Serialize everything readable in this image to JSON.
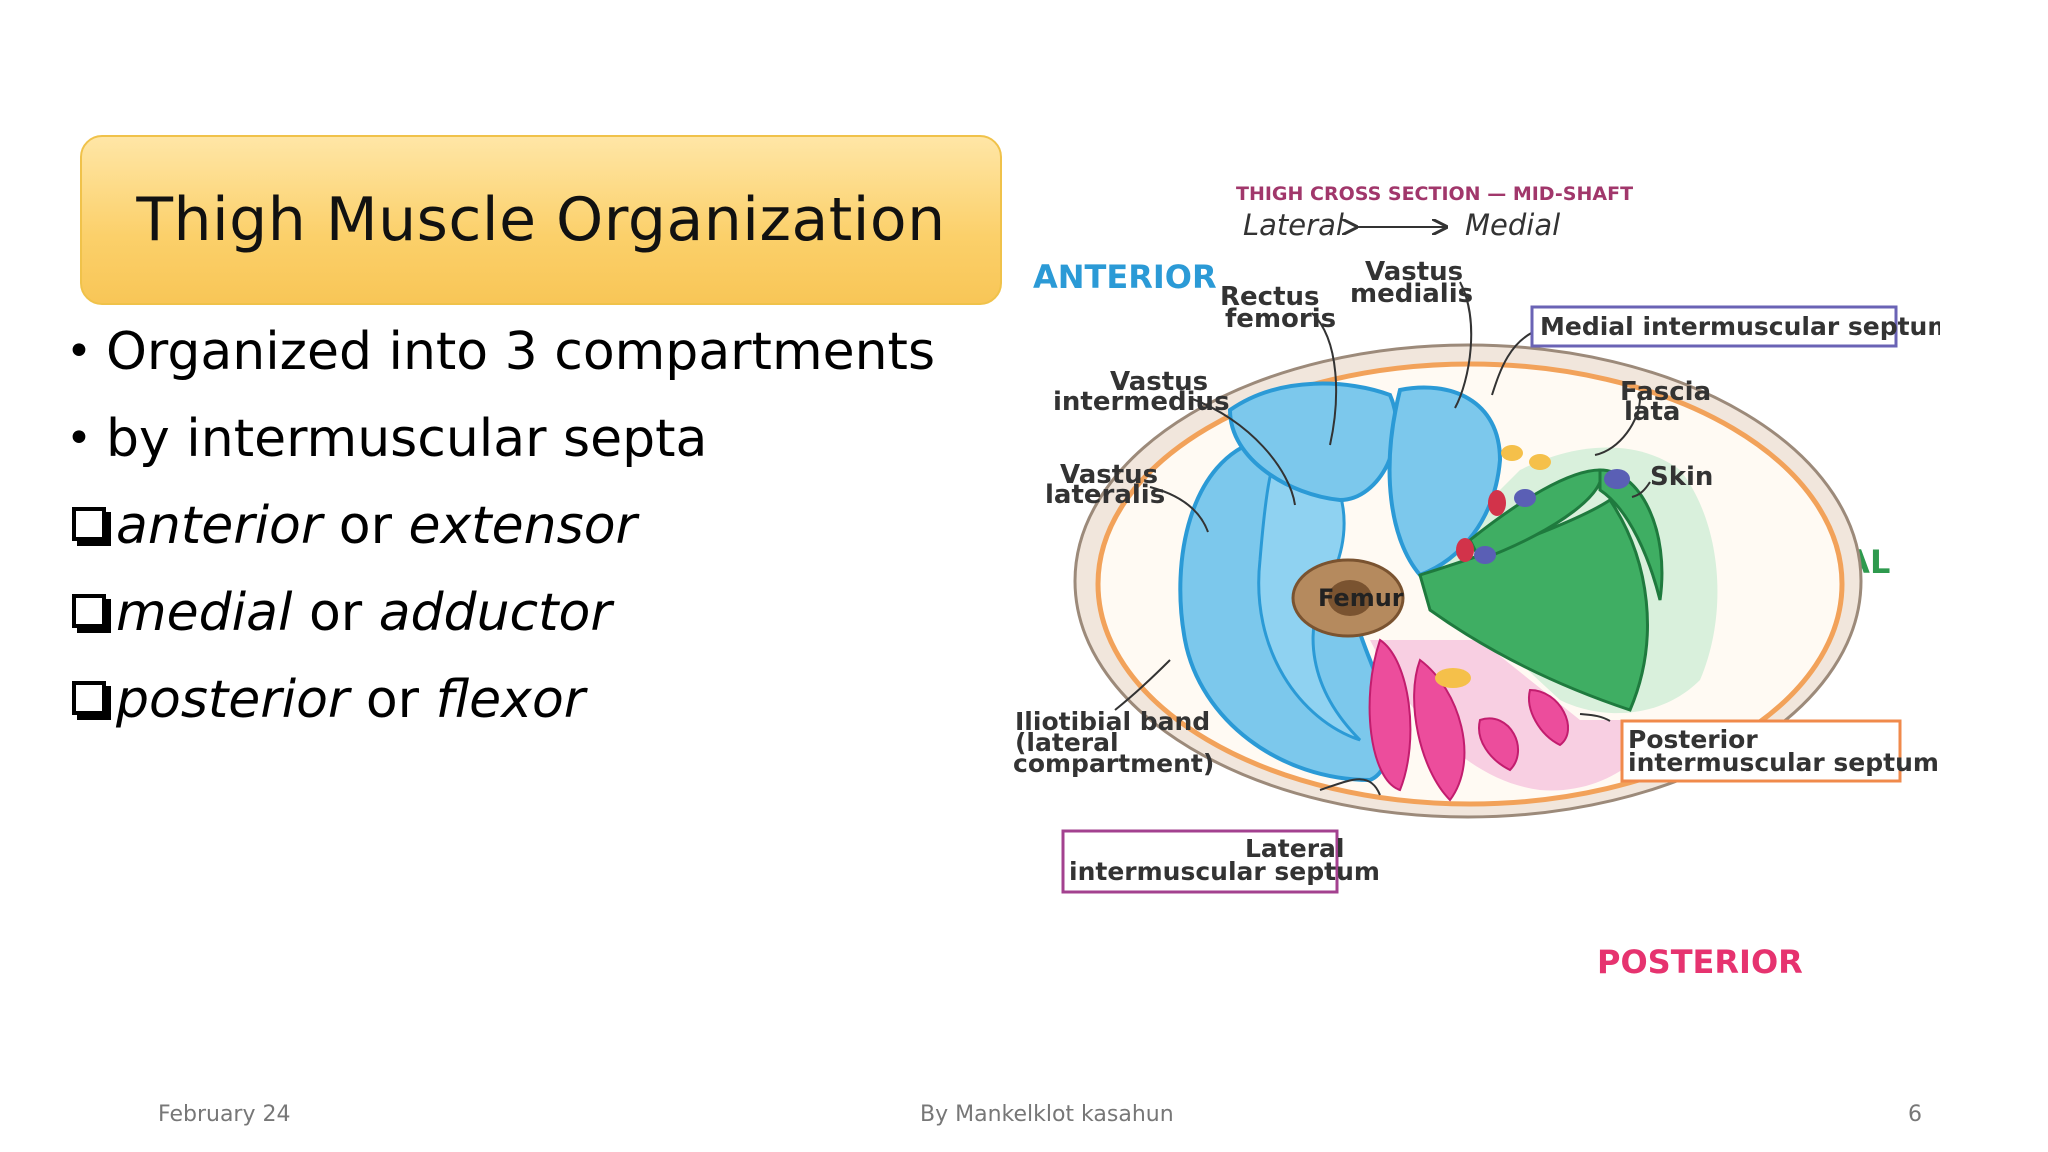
{
  "slide": {
    "title": "Thigh Muscle Organization",
    "bullets": [
      {
        "text": "Organized into 3 compartments"
      },
      {
        "text": "by intermuscular septa"
      }
    ],
    "checklist": [
      {
        "a": "anterior",
        "or": " or ",
        "b": "extensor"
      },
      {
        "a": "medial",
        "or": " or ",
        "b": "adductor"
      },
      {
        "a": "posterior",
        "or": " or ",
        "b": "flexor"
      }
    ]
  },
  "diagram": {
    "header": "THIGH CROSS SECTION — MID-SHAFT",
    "lateral": "Lateral",
    "medial_dir": "Medial",
    "anterior": "ANTERIOR",
    "medial": "MEDIAL",
    "posterior": "POSTERIOR",
    "labels": {
      "rectus_1": "Rectus",
      "rectus_2": "femoris",
      "vmed_1": "Vastus",
      "vmed_2": "medialis",
      "vint_1": "Vastus",
      "vint_2": "intermedius",
      "vlat_1": "Vastus",
      "vlat_2": "lateralis",
      "mis": "Medial intermuscular septum",
      "fascia_1": "Fascia",
      "fascia_2": "lata",
      "skin": "Skin",
      "femur": "Femur",
      "itb_1": "Iliotibial band",
      "itb_2": "(lateral",
      "itb_3": "compartment)",
      "pis_1": "Posterior",
      "pis_2": "intermuscular septum",
      "lis_1": "Lateral",
      "lis_2": "intermuscular septum"
    },
    "colors": {
      "anterior": "#2b9ad6",
      "medial": "#2e9a4e",
      "posterior": "#e6336f",
      "anterior_muscle": "#7cc8ec",
      "medial_muscle": "#3fae63",
      "posterior_muscle": "#ec4d9c"
    }
  },
  "footer": {
    "date": "February 24",
    "author": "By Mankelklot kasahun",
    "page": "6"
  }
}
